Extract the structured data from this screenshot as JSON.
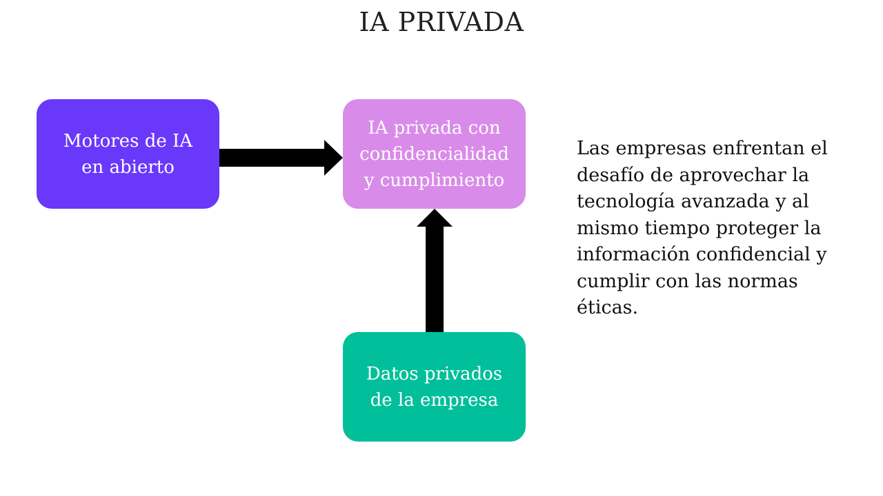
{
  "title": "IA PRIVADA",
  "nodes": {
    "open_engines": {
      "label": "Motores de IA\nen abierto",
      "color": "#6a38fa"
    },
    "private_ai": {
      "label": "IA privada con\nconfidencialidad\ny cumplimiento",
      "color": "#d98be9"
    },
    "company_data": {
      "label": "Datos privados\nde la empresa",
      "color": "#00bf9a"
    }
  },
  "edges": [
    {
      "from": "open_engines",
      "to": "private_ai"
    },
    {
      "from": "company_data",
      "to": "private_ai"
    }
  ],
  "arrow_color": "#000000",
  "description": "Las empresas enfrentan el desafío de aprovechar la tecnología avanzada y al mismo tiempo proteger la información confidencial y cumplir con las normas éticas."
}
